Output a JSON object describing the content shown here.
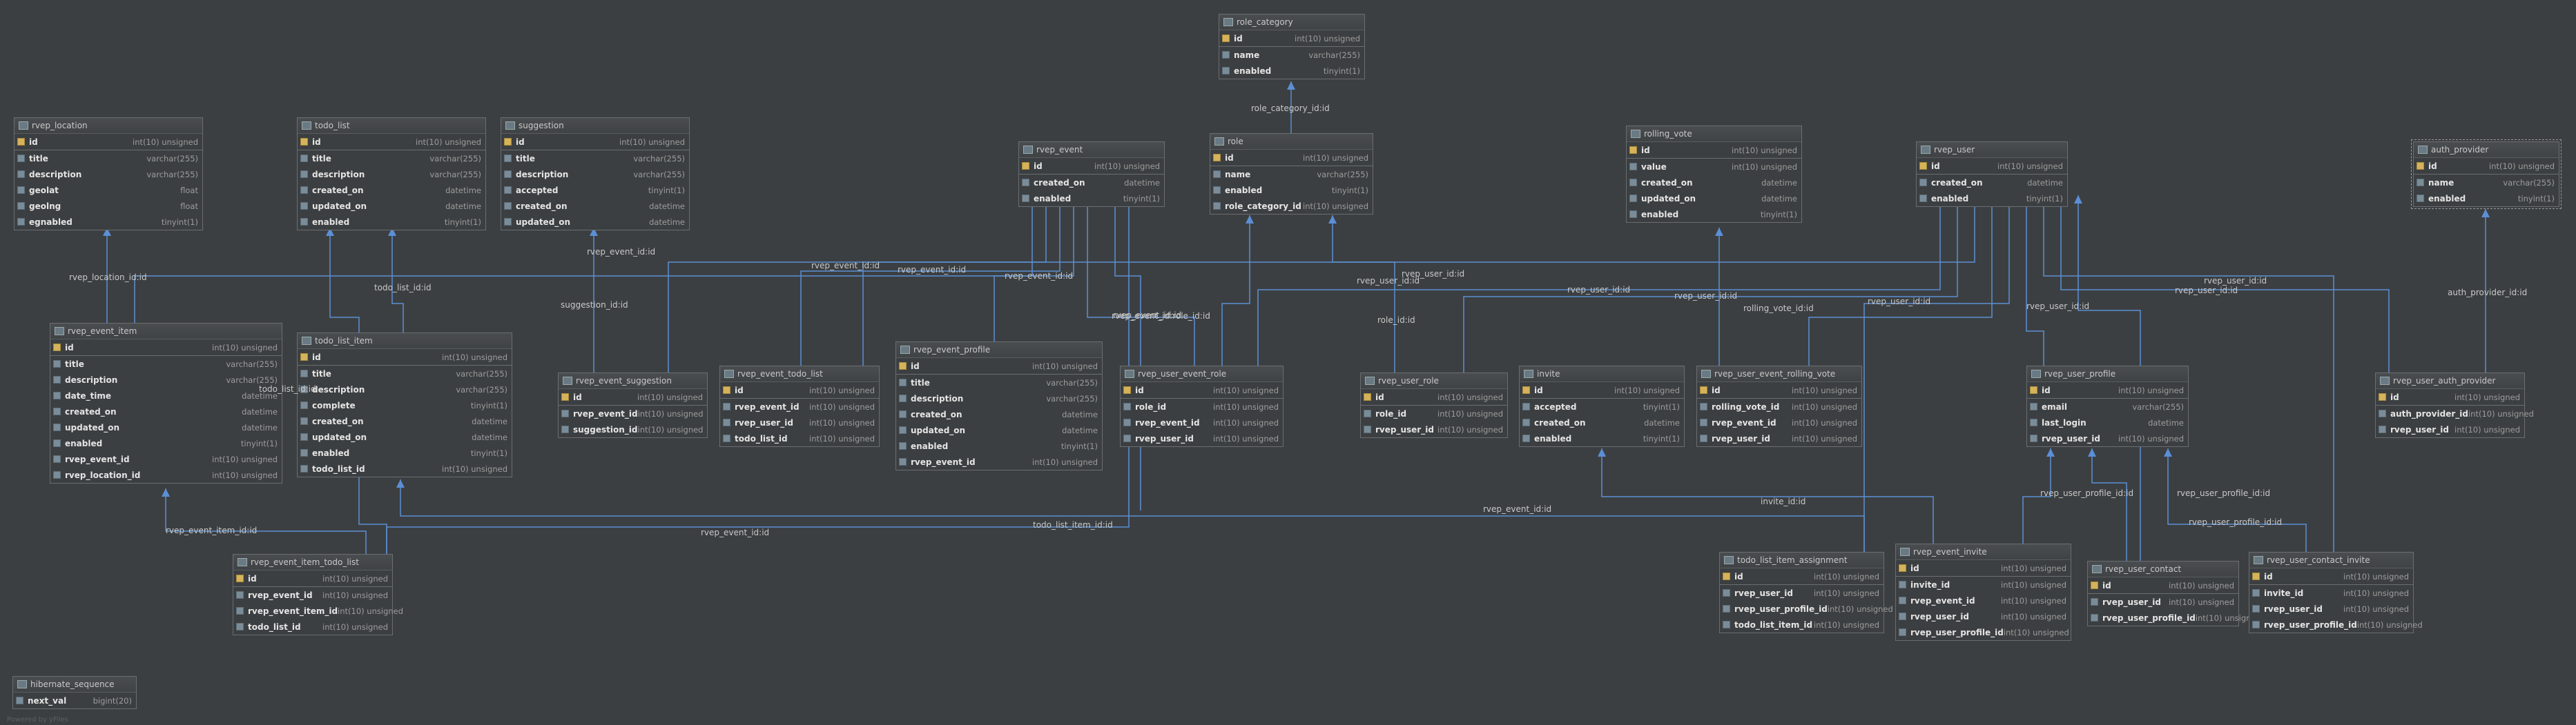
{
  "tables": [
    {
      "name": "role_category",
      "cols": [
        [
          "id",
          "int(10) unsigned",
          "pk"
        ],
        [
          "name",
          "varchar(255)"
        ],
        [
          "enabled",
          "tinyint(1)"
        ]
      ]
    },
    {
      "name": "rvep_location",
      "cols": [
        [
          "id",
          "int(10) unsigned",
          "pk"
        ],
        [
          "title",
          "varchar(255)"
        ],
        [
          "description",
          "varchar(255)"
        ],
        [
          "geolat",
          "float"
        ],
        [
          "geolng",
          "float"
        ],
        [
          "egnabled",
          "tinyint(1)"
        ]
      ]
    },
    {
      "name": "todo_list",
      "cols": [
        [
          "id",
          "int(10) unsigned",
          "pk"
        ],
        [
          "title",
          "varchar(255)"
        ],
        [
          "description",
          "varchar(255)"
        ],
        [
          "created_on",
          "datetime"
        ],
        [
          "updated_on",
          "datetime"
        ],
        [
          "enabled",
          "tinyint(1)"
        ]
      ]
    },
    {
      "name": "suggestion",
      "cols": [
        [
          "id",
          "int(10) unsigned",
          "pk"
        ],
        [
          "title",
          "varchar(255)"
        ],
        [
          "description",
          "varchar(255)"
        ],
        [
          "accepted",
          "tinyint(1)"
        ],
        [
          "created_on",
          "datetime"
        ],
        [
          "updated_on",
          "datetime"
        ]
      ]
    },
    {
      "name": "rvep_event",
      "cols": [
        [
          "id",
          "int(10) unsigned",
          "pk"
        ],
        [
          "created_on",
          "datetime"
        ],
        [
          "enabled",
          "tinyint(1)"
        ]
      ]
    },
    {
      "name": "role",
      "cols": [
        [
          "id",
          "int(10) unsigned",
          "pk"
        ],
        [
          "name",
          "varchar(255)"
        ],
        [
          "enabled",
          "tinyint(1)"
        ],
        [
          "role_category_id",
          "int(10) unsigned"
        ]
      ]
    },
    {
      "name": "rolling_vote",
      "cols": [
        [
          "id",
          "int(10) unsigned",
          "pk"
        ],
        [
          "value",
          "int(10) unsigned"
        ],
        [
          "created_on",
          "datetime"
        ],
        [
          "updated_on",
          "datetime"
        ],
        [
          "enabled",
          "tinyint(1)"
        ]
      ]
    },
    {
      "name": "rvep_user",
      "cols": [
        [
          "id",
          "int(10) unsigned",
          "pk"
        ],
        [
          "created_on",
          "datetime"
        ],
        [
          "enabled",
          "tinyint(1)"
        ]
      ]
    },
    {
      "name": "auth_provider",
      "cols": [
        [
          "id",
          "int(10) unsigned",
          "pk"
        ],
        [
          "name",
          "varchar(255)"
        ],
        [
          "enabled",
          "tinyint(1)"
        ]
      ]
    },
    {
      "name": "rvep_event_item",
      "cols": [
        [
          "id",
          "int(10) unsigned",
          "pk"
        ],
        [
          "title",
          "varchar(255)"
        ],
        [
          "description",
          "varchar(255)"
        ],
        [
          "date_time",
          "datetime"
        ],
        [
          "created_on",
          "datetime"
        ],
        [
          "updated_on",
          "datetime"
        ],
        [
          "enabled",
          "tinyint(1)"
        ],
        [
          "rvep_event_id",
          "int(10) unsigned"
        ],
        [
          "rvep_location_id",
          "int(10) unsigned"
        ]
      ]
    },
    {
      "name": "todo_list_item",
      "cols": [
        [
          "id",
          "int(10) unsigned",
          "pk"
        ],
        [
          "title",
          "varchar(255)"
        ],
        [
          "description",
          "varchar(255)"
        ],
        [
          "complete",
          "tinyint(1)"
        ],
        [
          "created_on",
          "datetime"
        ],
        [
          "updated_on",
          "datetime"
        ],
        [
          "enabled",
          "tinyint(1)"
        ],
        [
          "todo_list_id",
          "int(10) unsigned"
        ]
      ]
    },
    {
      "name": "rvep_event_suggestion",
      "cols": [
        [
          "id",
          "int(10) unsigned",
          "pk"
        ],
        [
          "rvep_event_id",
          "int(10) unsigned"
        ],
        [
          "suggestion_id",
          "int(10) unsigned"
        ]
      ]
    },
    {
      "name": "rvep_event_todo_list",
      "cols": [
        [
          "id",
          "int(10) unsigned",
          "pk"
        ],
        [
          "rvep_event_id",
          "int(10) unsigned"
        ],
        [
          "rvep_user_id",
          "int(10) unsigned"
        ],
        [
          "todo_list_id",
          "int(10) unsigned"
        ]
      ]
    },
    {
      "name": "rvep_event_profile",
      "cols": [
        [
          "id",
          "int(10) unsigned",
          "pk"
        ],
        [
          "title",
          "varchar(255)"
        ],
        [
          "description",
          "varchar(255)"
        ],
        [
          "created_on",
          "datetime"
        ],
        [
          "updated_on",
          "datetime"
        ],
        [
          "enabled",
          "tinyint(1)"
        ],
        [
          "rvep_event_id",
          "int(10) unsigned"
        ]
      ]
    },
    {
      "name": "rvep_user_event_role",
      "cols": [
        [
          "id",
          "int(10) unsigned",
          "pk"
        ],
        [
          "role_id",
          "int(10) unsigned"
        ],
        [
          "rvep_event_id",
          "int(10) unsigned"
        ],
        [
          "rvep_user_id",
          "int(10) unsigned"
        ]
      ]
    },
    {
      "name": "rvep_user_role",
      "cols": [
        [
          "id",
          "int(10) unsigned",
          "pk"
        ],
        [
          "role_id",
          "int(10) unsigned"
        ],
        [
          "rvep_user_id",
          "int(10) unsigned"
        ]
      ]
    },
    {
      "name": "invite",
      "cols": [
        [
          "id",
          "int(10) unsigned",
          "pk"
        ],
        [
          "accepted",
          "tinyint(1)"
        ],
        [
          "created_on",
          "datetime"
        ],
        [
          "enabled",
          "tinyint(1)"
        ]
      ]
    },
    {
      "name": "rvep_user_event_rolling_vote",
      "cols": [
        [
          "id",
          "int(10) unsigned",
          "pk"
        ],
        [
          "rolling_vote_id",
          "int(10) unsigned"
        ],
        [
          "rvep_event_id",
          "int(10) unsigned"
        ],
        [
          "rvep_user_id",
          "int(10) unsigned"
        ]
      ]
    },
    {
      "name": "rvep_user_profile",
      "cols": [
        [
          "id",
          "int(10) unsigned",
          "pk"
        ],
        [
          "email",
          "varchar(255)"
        ],
        [
          "last_login",
          "datetime"
        ],
        [
          "rvep_user_id",
          "int(10) unsigned"
        ]
      ]
    },
    {
      "name": "rvep_user_auth_provider",
      "cols": [
        [
          "id",
          "int(10) unsigned",
          "pk"
        ],
        [
          "auth_provider_id",
          "int(10) unsigned"
        ],
        [
          "rvep_user_id",
          "int(10) unsigned"
        ]
      ]
    },
    {
      "name": "rvep_event_item_todo_list",
      "cols": [
        [
          "id",
          "int(10) unsigned",
          "pk"
        ],
        [
          "rvep_event_id",
          "int(10) unsigned"
        ],
        [
          "rvep_event_item_id",
          "int(10) unsigned"
        ],
        [
          "todo_list_id",
          "int(10) unsigned"
        ]
      ]
    },
    {
      "name": "todo_list_item_assignment",
      "cols": [
        [
          "id",
          "int(10) unsigned",
          "pk"
        ],
        [
          "rvep_user_id",
          "int(10) unsigned"
        ],
        [
          "rvep_user_profile_id",
          "int(10) unsigned"
        ],
        [
          "todo_list_item_id",
          "int(10) unsigned"
        ]
      ]
    },
    {
      "name": "rvep_event_invite",
      "cols": [
        [
          "id",
          "int(10) unsigned",
          "pk"
        ],
        [
          "invite_id",
          "int(10) unsigned"
        ],
        [
          "rvep_event_id",
          "int(10) unsigned"
        ],
        [
          "rvep_user_id",
          "int(10) unsigned"
        ],
        [
          "rvep_user_profile_id",
          "int(10) unsigned"
        ]
      ]
    },
    {
      "name": "rvep_user_contact",
      "cols": [
        [
          "id",
          "int(10) unsigned",
          "pk"
        ],
        [
          "rvep_user_id",
          "int(10) unsigned"
        ],
        [
          "rvep_user_profile_id",
          "int(10) unsigned"
        ]
      ]
    },
    {
      "name": "rvep_user_contact_invite",
      "cols": [
        [
          "id",
          "int(10) unsigned",
          "pk"
        ],
        [
          "invite_id",
          "int(10) unsigned"
        ],
        [
          "rvep_user_id",
          "int(10) unsigned"
        ],
        [
          "rvep_user_profile_id",
          "int(10) unsigned"
        ]
      ]
    },
    {
      "name": "hibernate_sequence",
      "cols": [
        [
          "next_val",
          "bigint(20)"
        ]
      ]
    }
  ],
  "labels": [
    "role_category_id:id",
    "rvep_location_id:id",
    "todo_list_id:id",
    "todo_list_id:id",
    "rvep_event_id:id",
    "rvep_event_id:id",
    "rvep_event_id:id",
    "rvep_event_id:id",
    "rvep_event_id:id",
    "rvep_event_id:role_id:id",
    "rvep_user_id:id",
    "rvep_user_id:id",
    "rvep_user_id:id",
    "rvep_user_id:id",
    "rvep_user_id:id",
    "rvep_user_id:id",
    "rvep_user_id:id",
    "rvep_user_id:id",
    "suggestion_id:id",
    "role_id:id",
    "rolling_vote_id:id",
    "auth_provider_id:id",
    "rvep_event_item_id:id",
    "todo_list_item_id:id",
    "rvep_event_id:id",
    "rvep_event_id:id",
    "invite_id:id",
    "rvep_user_profile_id:id",
    "rvep_user_profile_id:id",
    "rvep_user_profile_id:id"
  ],
  "footer": "Powered by yFiles"
}
